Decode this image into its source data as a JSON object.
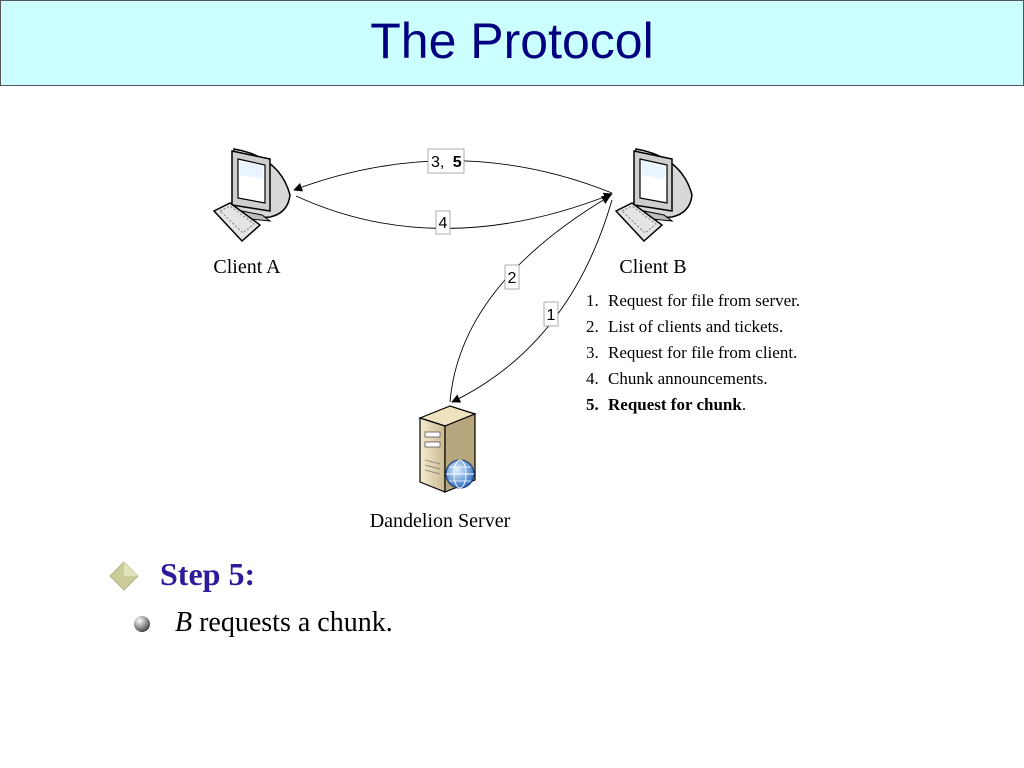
{
  "slide": {
    "title": "The Protocol"
  },
  "diagram": {
    "nodes": {
      "client_a": "Client A",
      "client_b": "Client B",
      "server": "Dandelion Server"
    },
    "edge_labels": {
      "top_prefix": "3,",
      "top_bold": "5",
      "middle": "4",
      "left": "2",
      "right": "1"
    },
    "steps": [
      {
        "number": "1.",
        "text": "Request for file from server.",
        "bold": false
      },
      {
        "number": "2.",
        "text": "List of clients and tickets.",
        "bold": false
      },
      {
        "number": "3.",
        "text": "Request for file from client.",
        "bold": false
      },
      {
        "number": "4.",
        "text": "Chunk announcements.",
        "bold": false
      },
      {
        "number": "5.",
        "text": "Request for chunk",
        "suffix": ".",
        "bold": true
      }
    ]
  },
  "content": {
    "heading": "Step 5:",
    "sub_variable": "B",
    "sub_rest": " requests a chunk."
  },
  "colors": {
    "title_bg": "#ccffff",
    "title_text": "#000080",
    "heading_text": "#2e1a9a",
    "bullet_diamond": "#cccc99"
  }
}
